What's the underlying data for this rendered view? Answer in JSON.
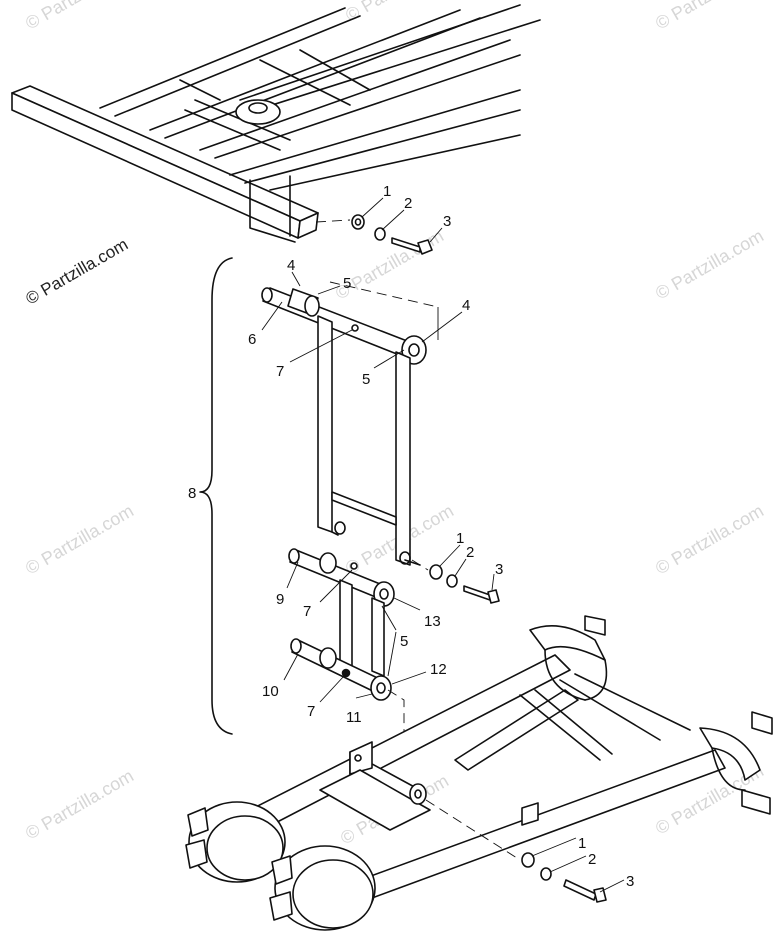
{
  "watermark_text": "© Partzilla.com",
  "callouts": {
    "c1a": "1",
    "c2a": "2",
    "c3a": "3",
    "c4a": "4",
    "c5a": "5",
    "c6": "6",
    "c7a": "7",
    "c4b": "4",
    "c5b": "5",
    "c8": "8",
    "c1b": "1",
    "c2b": "2",
    "c3b": "3",
    "c9": "9",
    "c7b": "7",
    "c13": "13",
    "c5c": "5",
    "c10": "10",
    "c12": "12",
    "c7c": "7",
    "c11": "11",
    "c1c": "1",
    "c2c": "2",
    "c3c": "3"
  }
}
